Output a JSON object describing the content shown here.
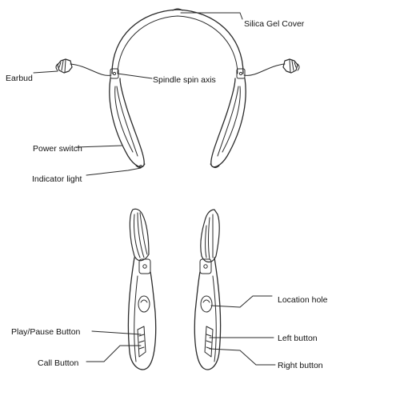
{
  "labels": {
    "silica_gel_cover": "Silica Gel Cover",
    "earbud": "Earbud",
    "spindle_spin_axis": "Spindle spin axis",
    "power_switch": "Power switch",
    "indicator_light": "Indicator light",
    "location_hole": "Location hole",
    "play_pause_button": "Play/Pause Button",
    "left_button": "Left button",
    "call_button": "Call Button",
    "right_button": "Right button"
  },
  "colors": {
    "line": "#2a2a2a",
    "background": "#ffffff"
  }
}
